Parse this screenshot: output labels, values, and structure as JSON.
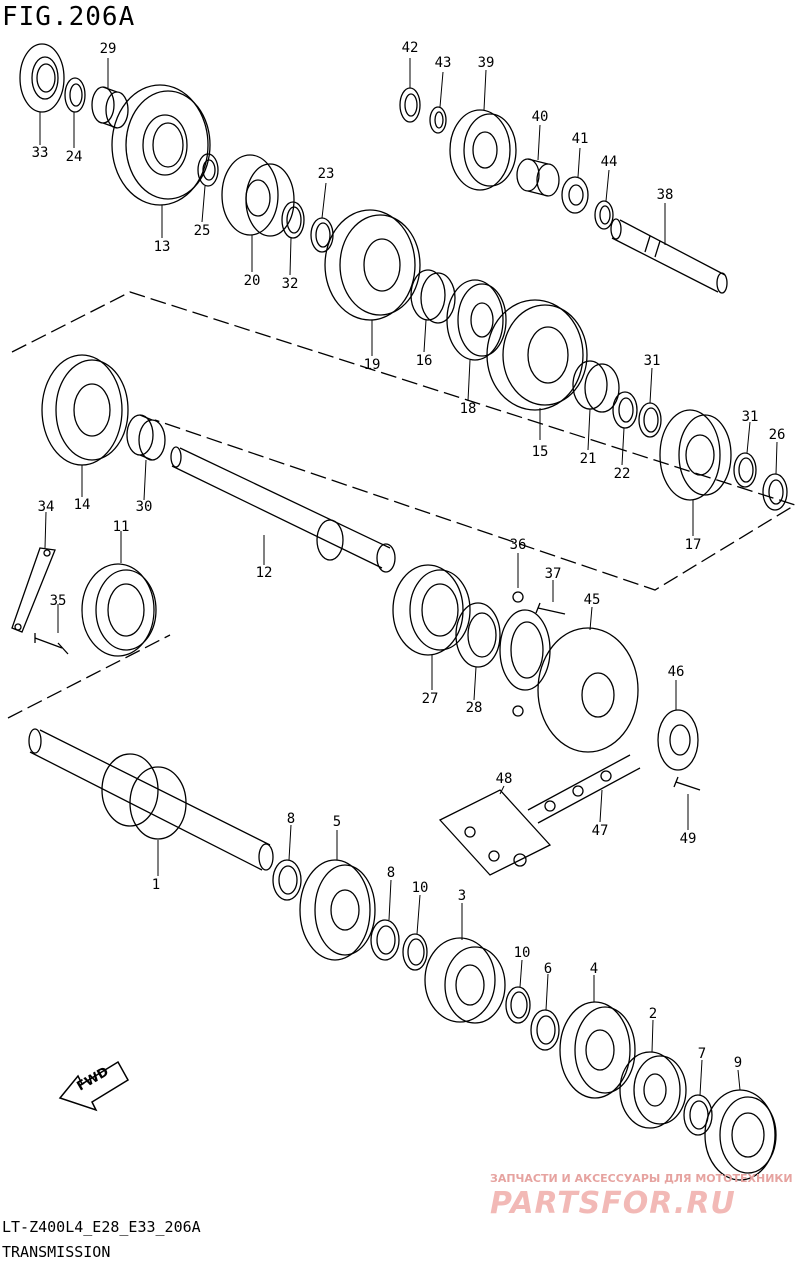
{
  "figure": {
    "title": "FIG.206A"
  },
  "footer": {
    "code": "LT-Z400L4_E28_E33_206A",
    "title": "TRANSMISSION"
  },
  "watermark": {
    "caption": "ЗАПЧАСТИ И АКСЕССУАРЫ ДЛЯ МОТОТЕХНИКИ",
    "logo": "PARTSFOR.RU"
  },
  "fwd_label": "FWD",
  "callouts": [
    {
      "id": "c33",
      "text": "33"
    },
    {
      "id": "c24",
      "text": "24"
    },
    {
      "id": "c29",
      "text": "29"
    },
    {
      "id": "c13",
      "text": "13"
    },
    {
      "id": "c25",
      "text": "25"
    },
    {
      "id": "c20",
      "text": "20"
    },
    {
      "id": "c32",
      "text": "32"
    },
    {
      "id": "c23",
      "text": "23"
    },
    {
      "id": "c42",
      "text": "42"
    },
    {
      "id": "c43",
      "text": "43"
    },
    {
      "id": "c39",
      "text": "39"
    },
    {
      "id": "c40",
      "text": "40"
    },
    {
      "id": "c41",
      "text": "41"
    },
    {
      "id": "c44",
      "text": "44"
    },
    {
      "id": "c38",
      "text": "38"
    },
    {
      "id": "c19",
      "text": "19"
    },
    {
      "id": "c16",
      "text": "16"
    },
    {
      "id": "c18",
      "text": "18"
    },
    {
      "id": "c15",
      "text": "15"
    },
    {
      "id": "c21",
      "text": "21"
    },
    {
      "id": "c22",
      "text": "22"
    },
    {
      "id": "c31a",
      "text": "31"
    },
    {
      "id": "c31b",
      "text": "31"
    },
    {
      "id": "c26",
      "text": "26"
    },
    {
      "id": "c17",
      "text": "17"
    },
    {
      "id": "c14",
      "text": "14"
    },
    {
      "id": "c30",
      "text": "30"
    },
    {
      "id": "c34",
      "text": "34"
    },
    {
      "id": "c11",
      "text": "11"
    },
    {
      "id": "c35",
      "text": "35"
    },
    {
      "id": "c12",
      "text": "12"
    },
    {
      "id": "c36",
      "text": "36"
    },
    {
      "id": "c37",
      "text": "37"
    },
    {
      "id": "c45",
      "text": "45"
    },
    {
      "id": "c27",
      "text": "27"
    },
    {
      "id": "c28",
      "text": "28"
    },
    {
      "id": "c46",
      "text": "46"
    },
    {
      "id": "c48",
      "text": "48"
    },
    {
      "id": "c47",
      "text": "47"
    },
    {
      "id": "c49",
      "text": "49"
    },
    {
      "id": "c8a",
      "text": "8"
    },
    {
      "id": "c5",
      "text": "5"
    },
    {
      "id": "c1",
      "text": "1"
    },
    {
      "id": "c8b",
      "text": "8"
    },
    {
      "id": "c10a",
      "text": "10"
    },
    {
      "id": "c3",
      "text": "3"
    },
    {
      "id": "c10b",
      "text": "10"
    },
    {
      "id": "c6",
      "text": "6"
    },
    {
      "id": "c4",
      "text": "4"
    },
    {
      "id": "c2",
      "text": "2"
    },
    {
      "id": "c7",
      "text": "7"
    },
    {
      "id": "c9",
      "text": "9"
    }
  ]
}
